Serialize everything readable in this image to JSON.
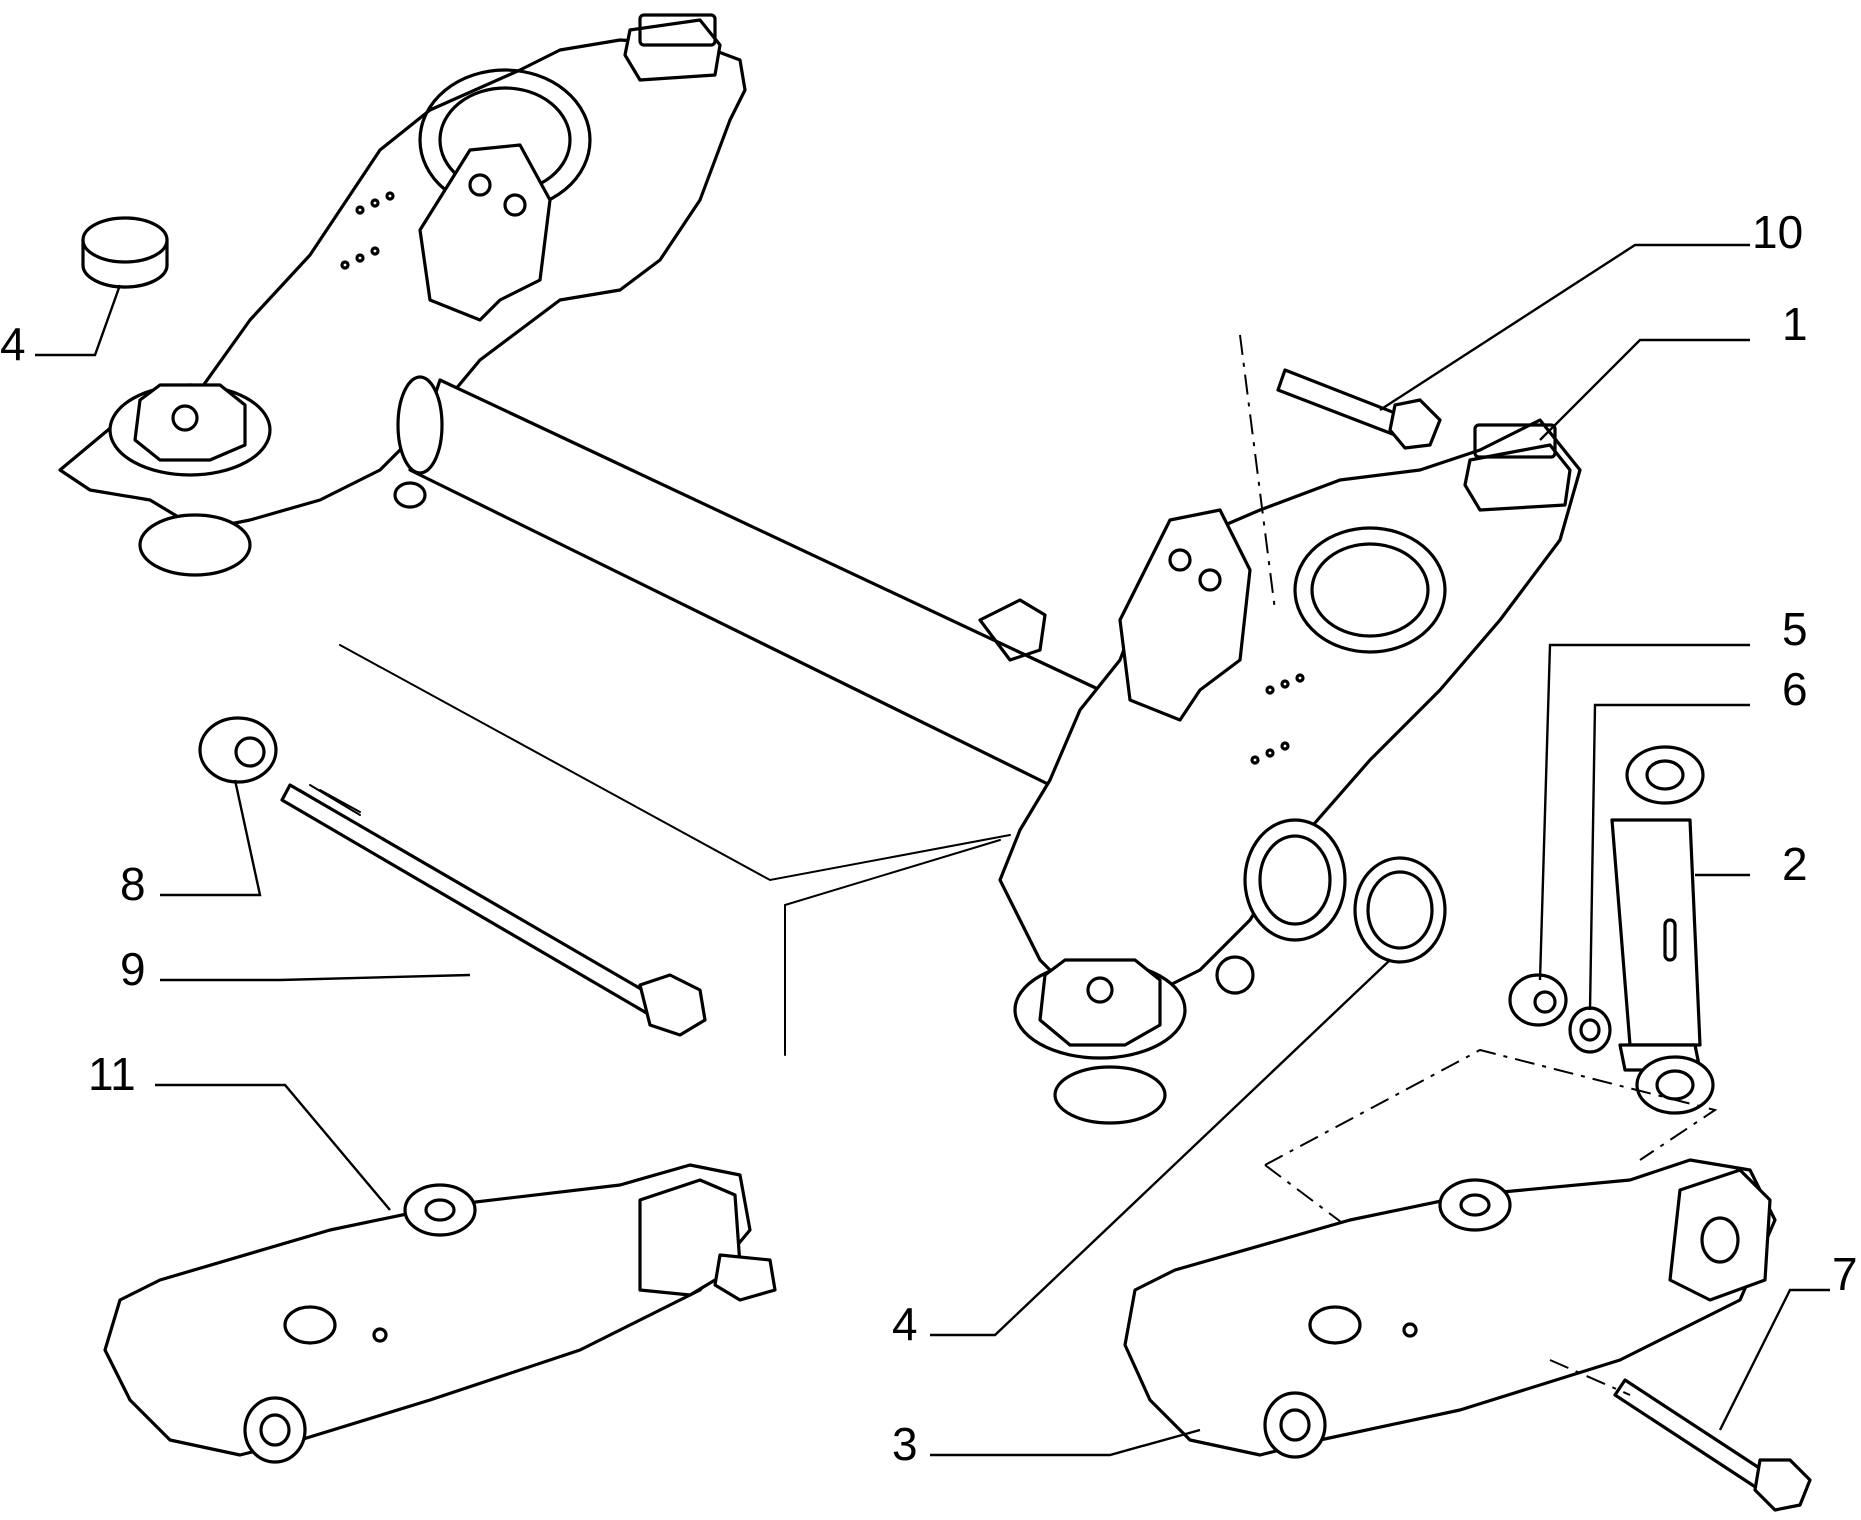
{
  "callouts": [
    {
      "id": "10",
      "label": "10"
    },
    {
      "id": "1",
      "label": "1"
    },
    {
      "id": "5",
      "label": "5"
    },
    {
      "id": "6",
      "label": "6"
    },
    {
      "id": "2",
      "label": "2"
    },
    {
      "id": "7",
      "label": "7"
    },
    {
      "id": "4a",
      "label": "4"
    },
    {
      "id": "4b",
      "label": "4"
    },
    {
      "id": "8",
      "label": "8"
    },
    {
      "id": "9",
      "label": "9"
    },
    {
      "id": "11",
      "label": "11"
    },
    {
      "id": "3",
      "label": "3"
    }
  ],
  "icons": [
    "crossmember",
    "bushing",
    "bolt",
    "nut",
    "washer",
    "shock-absorber",
    "suspension-arm",
    "seal-ring"
  ],
  "colors": {
    "line": "#000000",
    "background": "#ffffff"
  }
}
